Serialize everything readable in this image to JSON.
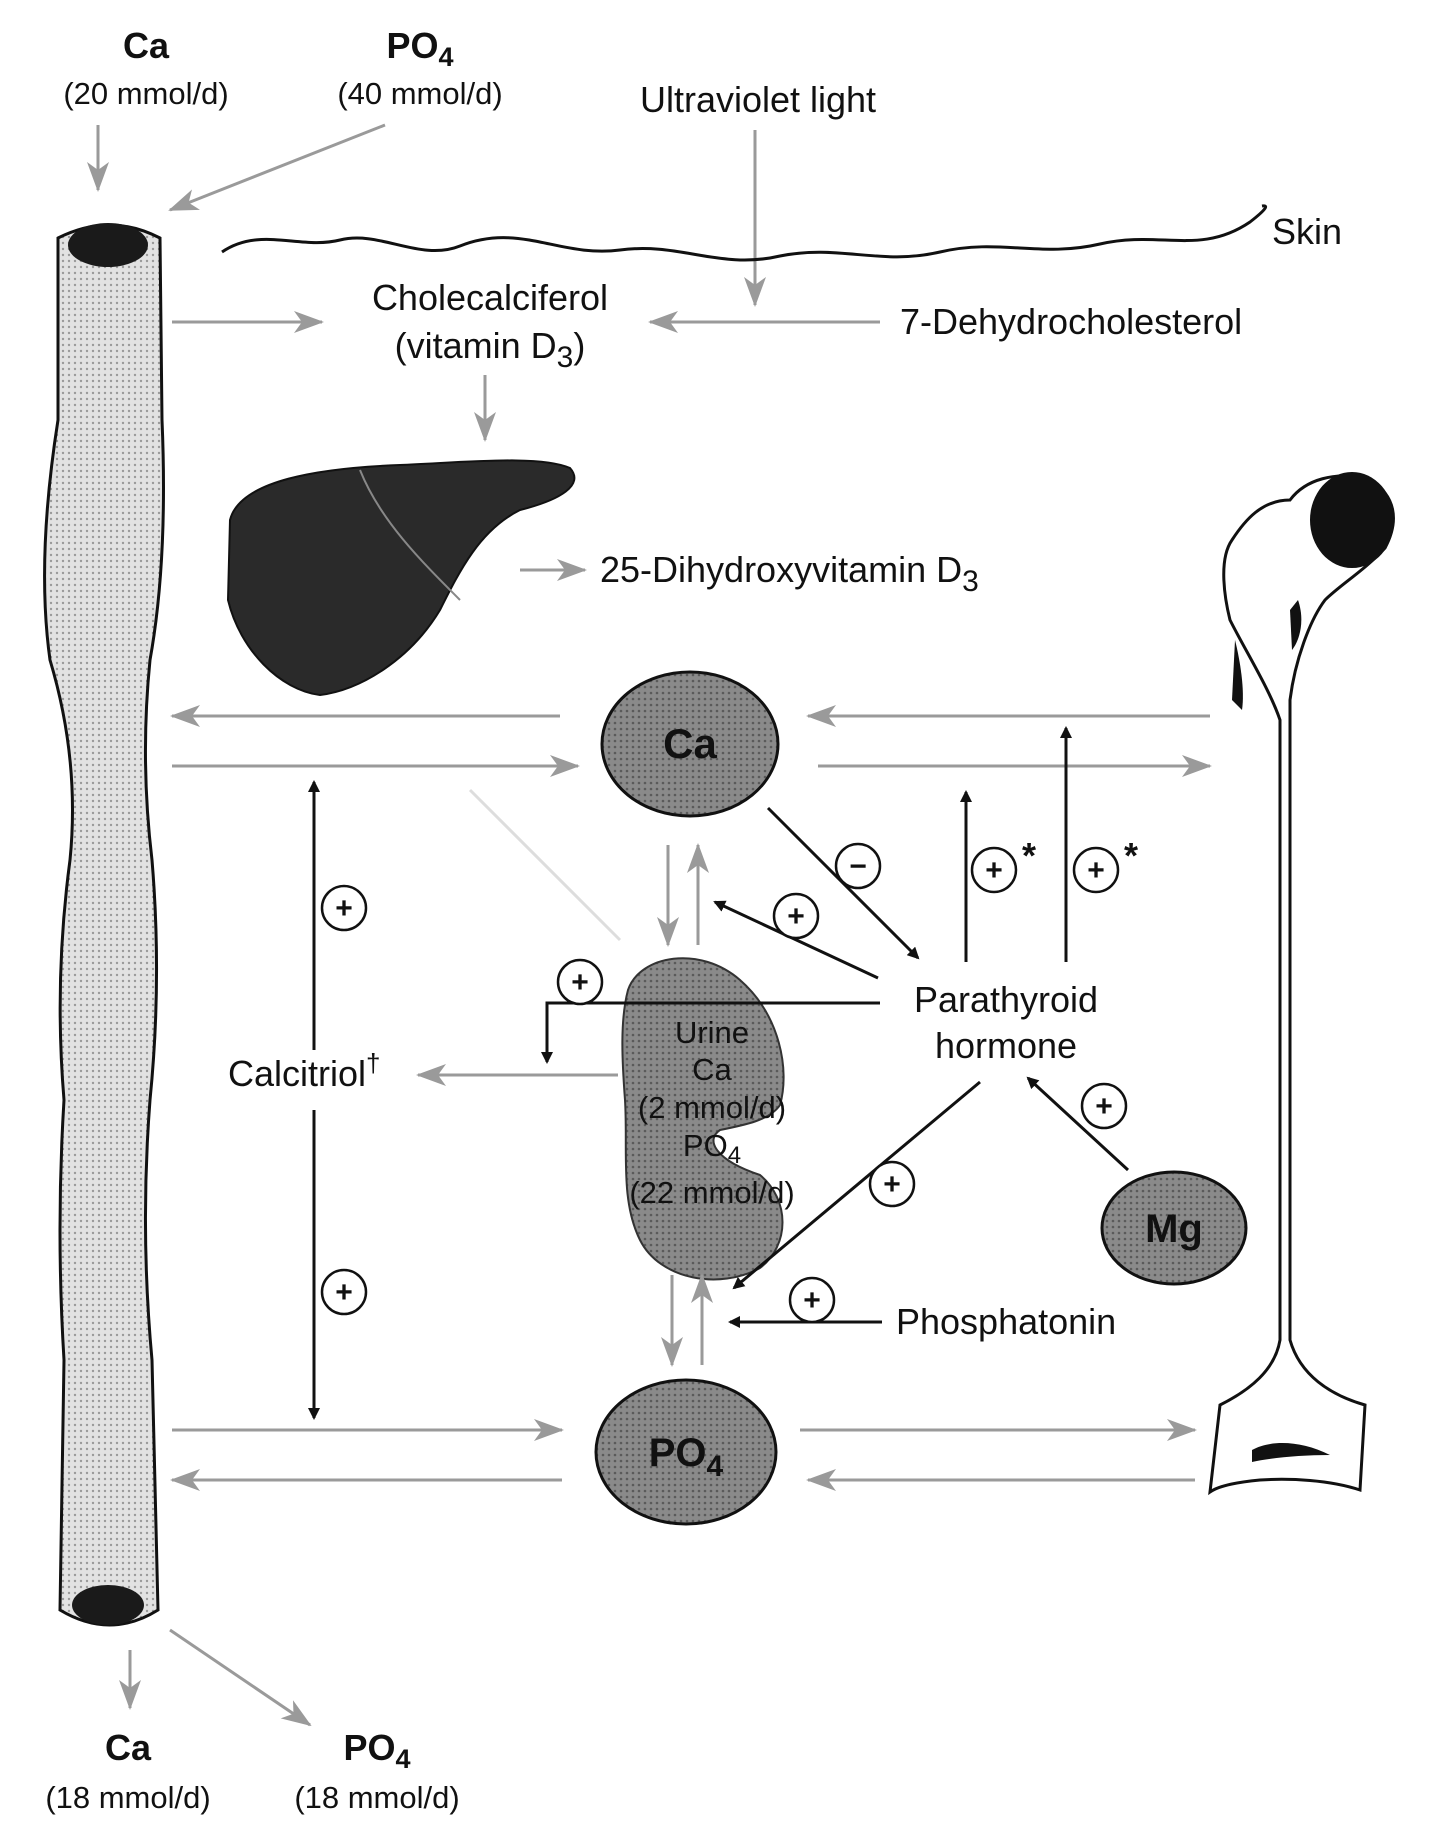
{
  "inputs": {
    "ca_in": {
      "name": "Ca",
      "amount": "(20 mmol/d)"
    },
    "po4_in": {
      "name": "PO",
      "sub": "4",
      "amount": "(40 mmol/d)"
    },
    "ca_out": {
      "name": "Ca",
      "amount": "(18 mmol/d)"
    },
    "po4_out": {
      "name": "PO",
      "sub": "4",
      "amount": "(18 mmol/d)"
    }
  },
  "labels": {
    "uv_light": "Ultraviolet light",
    "skin": "Skin",
    "cholecalciferol": "Cholecalciferol",
    "vitamin_d3": "(vitamin D",
    "vitamin_d3_sub": "3",
    "vitamin_d3_close": ")",
    "dehydrocholesterol": "7-Dehydrocholesterol",
    "hydroxyvitamin": "25-Dihydroxyvitamin D",
    "hydroxyvitamin_sub": "3",
    "ca_pool": "Ca",
    "po4_pool": "PO",
    "po4_pool_sub": "4",
    "mg": "Mg",
    "pth_line1": "Parathyroid",
    "pth_line2": "hormone",
    "calcitriol": "Calcitriol",
    "calcitriol_mark": "†",
    "phosphatonin": "Phosphatonin",
    "urine": "Urine",
    "urine_ca": "Ca",
    "urine_ca_amount": "(2 mmol/d)",
    "urine_po4": "PO",
    "urine_po4_sub": "4",
    "urine_po4_amount": "(22 mmol/d)"
  },
  "signs": {
    "plus": "+",
    "minus": "−",
    "asterisk": "*"
  },
  "colors": {
    "ink": "#111111",
    "gray_arrow": "#9a9a9a",
    "pool_fill": "#8c8c8c",
    "mg_fill": "#9a9a9a",
    "liver_fill": "#2a2a2a",
    "kidney_fill": "#4a4a4a",
    "gut_fill": "#d8d8d8"
  }
}
